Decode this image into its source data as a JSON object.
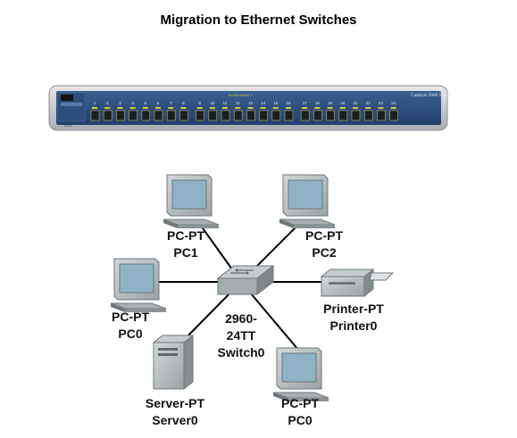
{
  "title": "Migration to Ethernet Switches",
  "switch_panel": {
    "port_numbers": [
      "1",
      "2",
      "3",
      "4",
      "5",
      "6",
      "7",
      "8",
      "9",
      "10",
      "11",
      "12",
      "13",
      "14",
      "15",
      "16",
      "17",
      "18",
      "19",
      "20",
      "21",
      "22",
      "23",
      "24"
    ],
    "model": "Catalyst 2960 Series",
    "center_text": "10/100 BASE-T"
  },
  "devices": {
    "pc1": {
      "type": "PC-PT",
      "name": "PC1"
    },
    "pc2": {
      "type": "PC-PT",
      "name": "PC2"
    },
    "pc0_left": {
      "type": "PC-PT",
      "name": "PC0"
    },
    "printer": {
      "type": "Printer-PT",
      "name": "Printer0"
    },
    "switch": {
      "line1": "2960-",
      "line2": "24TT",
      "name": "Switch0"
    },
    "server": {
      "type": "Server-PT",
      "name": "Server0"
    },
    "pc0_bottom": {
      "type": "PC-PT",
      "name": "PC0"
    }
  },
  "colors": {
    "panel_body": "#2a4b7c",
    "panel_frame": "#c9ccd1",
    "port_dark": "#1a1f24",
    "port_led": "#d7c93a",
    "device_face": "#b9c0c2",
    "device_shadow": "#6f7779",
    "screen": "#8fb3c4",
    "link": "#000000"
  }
}
